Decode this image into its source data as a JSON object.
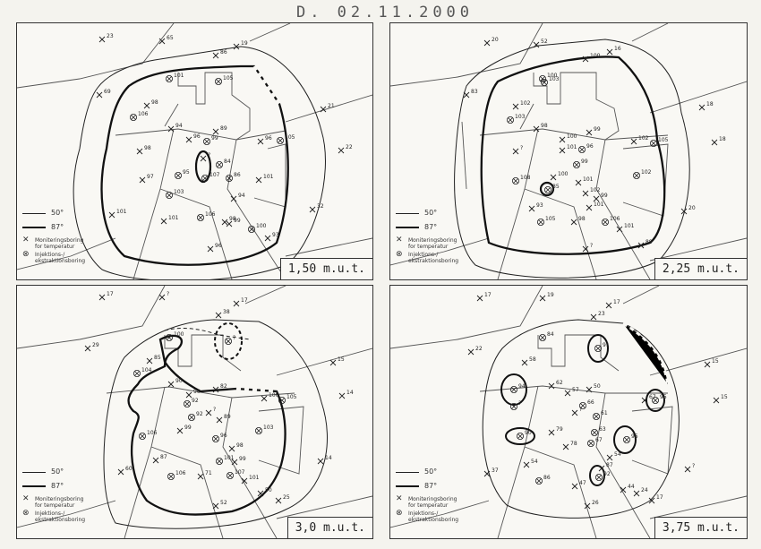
{
  "title": "D. 02.11.2000",
  "legend": {
    "iso_thin": "50°",
    "iso_thick": "87°",
    "monitor_label": "Moniteringsboring for temperatur",
    "injection_label": "Injektions-/ ekstraktionsboring"
  },
  "panels": [
    {
      "depth": "1,50 m.u.t.",
      "values": [
        {
          "t": "x",
          "v": "23"
        },
        {
          "t": "x",
          "v": "65"
        },
        {
          "t": "x",
          "v": "19"
        },
        {
          "t": "x",
          "v": "86"
        },
        {
          "t": "o",
          "v": "101"
        },
        {
          "t": "o",
          "v": "105"
        },
        {
          "t": "x",
          "v": "69"
        },
        {
          "t": "x",
          "v": "98"
        },
        {
          "t": "o",
          "v": "106"
        },
        {
          "t": "x",
          "v": "94"
        },
        {
          "t": "x",
          "v": "89"
        },
        {
          "t": "x",
          "v": "96"
        },
        {
          "t": "o",
          "v": "99"
        },
        {
          "t": "x",
          "v": "96"
        },
        {
          "t": "o",
          "v": "105"
        },
        {
          "t": "x",
          "v": "98"
        },
        {
          "t": "x",
          "v": "?"
        },
        {
          "t": "o",
          "v": "84"
        },
        {
          "t": "o",
          "v": "95"
        },
        {
          "t": "x",
          "v": "97"
        },
        {
          "t": "o",
          "v": "107"
        },
        {
          "t": "o",
          "v": "86"
        },
        {
          "t": "x",
          "v": "101"
        },
        {
          "t": "o",
          "v": "103"
        },
        {
          "t": "x",
          "v": "94"
        },
        {
          "t": "x",
          "v": "101"
        },
        {
          "t": "x",
          "v": "101"
        },
        {
          "t": "o",
          "v": "106"
        },
        {
          "t": "x",
          "v": "99"
        },
        {
          "t": "x",
          "v": "98"
        },
        {
          "t": "o",
          "v": "100"
        },
        {
          "t": "x",
          "v": "93"
        },
        {
          "t": "x",
          "v": "96"
        },
        {
          "t": "x",
          "v": "21"
        },
        {
          "t": "x",
          "v": "22"
        },
        {
          "t": "x",
          "v": "32"
        }
      ]
    },
    {
      "depth": "2,25 m.u.t.",
      "values": [
        {
          "t": "x",
          "v": "20"
        },
        {
          "t": "x",
          "v": "52"
        },
        {
          "t": "x",
          "v": "16"
        },
        {
          "t": "x",
          "v": "100"
        },
        {
          "t": "o",
          "v": "100"
        },
        {
          "t": "x",
          "v": "83"
        },
        {
          "t": "x",
          "v": "102"
        },
        {
          "t": "o",
          "v": "103"
        },
        {
          "t": "o",
          "v": "103"
        },
        {
          "t": "x",
          "v": "98"
        },
        {
          "t": "x",
          "v": "99"
        },
        {
          "t": "x",
          "v": "100"
        },
        {
          "t": "x",
          "v": "101"
        },
        {
          "t": "o",
          "v": "96"
        },
        {
          "t": "x",
          "v": "102"
        },
        {
          "t": "o",
          "v": "105"
        },
        {
          "t": "x",
          "v": "?"
        },
        {
          "t": "o",
          "v": "99"
        },
        {
          "t": "x",
          "v": "100"
        },
        {
          "t": "o",
          "v": "108"
        },
        {
          "t": "o",
          "v": "85"
        },
        {
          "t": "x",
          "v": "101"
        },
        {
          "t": "o",
          "v": "102"
        },
        {
          "t": "x",
          "v": "102"
        },
        {
          "t": "x",
          "v": "93"
        },
        {
          "t": "x",
          "v": "99"
        },
        {
          "t": "x",
          "v": "101"
        },
        {
          "t": "o",
          "v": "105"
        },
        {
          "t": "x",
          "v": "98"
        },
        {
          "t": "o",
          "v": "106"
        },
        {
          "t": "x",
          "v": "101"
        },
        {
          "t": "x",
          "v": "?"
        },
        {
          "t": "x",
          "v": "89"
        },
        {
          "t": "x",
          "v": "18"
        },
        {
          "t": "x",
          "v": "18"
        },
        {
          "t": "x",
          "v": "20"
        }
      ]
    },
    {
      "depth": "3,0 m.u.t.",
      "values": [
        {
          "t": "x",
          "v": "17"
        },
        {
          "t": "x",
          "v": "?"
        },
        {
          "t": "x",
          "v": "17"
        },
        {
          "t": "x",
          "v": "38"
        },
        {
          "t": "o",
          "v": "100"
        },
        {
          "t": "o",
          "v": "?"
        },
        {
          "t": "x",
          "v": "29"
        },
        {
          "t": "x",
          "v": "85"
        },
        {
          "t": "o",
          "v": "104"
        },
        {
          "t": "x",
          "v": "90"
        },
        {
          "t": "x",
          "v": "82"
        },
        {
          "t": "x",
          "v": "90"
        },
        {
          "t": "o",
          "v": "92"
        },
        {
          "t": "x",
          "v": "100"
        },
        {
          "t": "o",
          "v": "105"
        },
        {
          "t": "x",
          "v": "?"
        },
        {
          "t": "o",
          "v": "92"
        },
        {
          "t": "x",
          "v": "89"
        },
        {
          "t": "x",
          "v": "99"
        },
        {
          "t": "o",
          "v": "96"
        },
        {
          "t": "o",
          "v": "106"
        },
        {
          "t": "x",
          "v": "98"
        },
        {
          "t": "o",
          "v": "101"
        },
        {
          "t": "o",
          "v": "103"
        },
        {
          "t": "x",
          "v": "87"
        },
        {
          "t": "x",
          "v": "99"
        },
        {
          "t": "o",
          "v": "107"
        },
        {
          "t": "o",
          "v": "106"
        },
        {
          "t": "x",
          "v": "71"
        },
        {
          "t": "x",
          "v": "101"
        },
        {
          "t": "x",
          "v": "60"
        },
        {
          "t": "x",
          "v": "50"
        },
        {
          "t": "x",
          "v": "52"
        },
        {
          "t": "x",
          "v": "15"
        },
        {
          "t": "x",
          "v": "14"
        },
        {
          "t": "x",
          "v": "14"
        },
        {
          "t": "x",
          "v": "25"
        }
      ]
    },
    {
      "depth": "3,75 m.u.t.",
      "values": [
        {
          "t": "x",
          "v": "17"
        },
        {
          "t": "x",
          "v": "19"
        },
        {
          "t": "x",
          "v": "17"
        },
        {
          "t": "x",
          "v": "23"
        },
        {
          "t": "o",
          "v": "84"
        },
        {
          "t": "o",
          "v": "91"
        },
        {
          "t": "x",
          "v": "22"
        },
        {
          "t": "x",
          "v": "58"
        },
        {
          "t": "o",
          "v": "94"
        },
        {
          "t": "x",
          "v": "62"
        },
        {
          "t": "x",
          "v": "50"
        },
        {
          "t": "x",
          "v": "57"
        },
        {
          "t": "o",
          "v": "66"
        },
        {
          "t": "x",
          "v": "67"
        },
        {
          "t": "o",
          "v": "95"
        },
        {
          "t": "x",
          "v": "?"
        },
        {
          "t": "o",
          "v": "?"
        },
        {
          "t": "o",
          "v": "61"
        },
        {
          "t": "x",
          "v": "79"
        },
        {
          "t": "o",
          "v": "90"
        },
        {
          "t": "o",
          "v": "63"
        },
        {
          "t": "x",
          "v": "78"
        },
        {
          "t": "o",
          "v": "67"
        },
        {
          "t": "o",
          "v": "95"
        },
        {
          "t": "x",
          "v": "54"
        },
        {
          "t": "x",
          "v": "54"
        },
        {
          "t": "x",
          "v": "87"
        },
        {
          "t": "o",
          "v": "92"
        },
        {
          "t": "o",
          "v": "86"
        },
        {
          "t": "x",
          "v": "47"
        },
        {
          "t": "x",
          "v": "37"
        },
        {
          "t": "x",
          "v": "44"
        },
        {
          "t": "x",
          "v": "26"
        },
        {
          "t": "x",
          "v": "24"
        },
        {
          "t": "x",
          "v": "17"
        },
        {
          "t": "x",
          "v": "15"
        },
        {
          "t": "x",
          "v": "15"
        },
        {
          "t": "x",
          "v": "?"
        }
      ]
    }
  ]
}
